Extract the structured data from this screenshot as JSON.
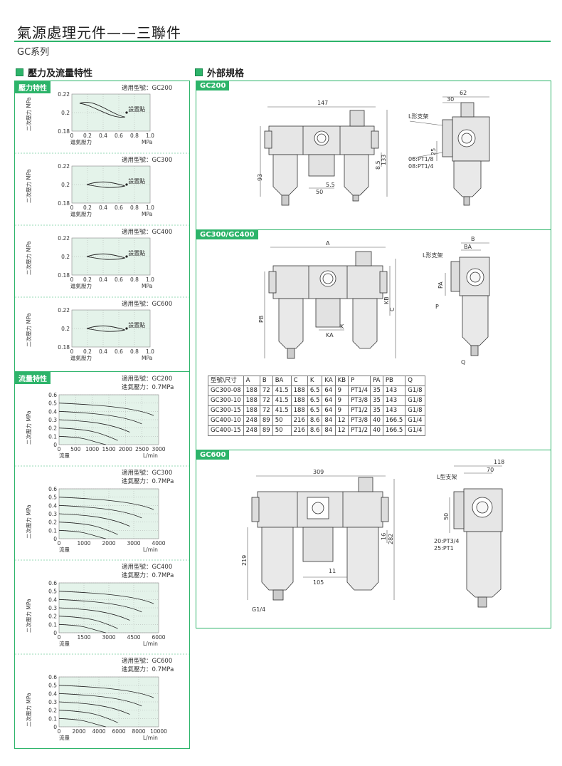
{
  "page": {
    "title": "氣源處理元件——三聯件",
    "subtitle": "GC系列",
    "accent": "#2db46a"
  },
  "left_section": {
    "heading": "壓力及流量特性",
    "pressure": {
      "tag": "壓力特性",
      "charts": [
        {
          "model": "適用型號：GC200",
          "setpoint": "設置點",
          "ylabel": "二次壓力 MPa",
          "xlabel": "進氣壓力",
          "xunit": "MPa",
          "yticks": [
            "0.22",
            "0.2",
            "0.18"
          ],
          "xticks": [
            "0",
            "0.2",
            "0.4",
            "0.6",
            "0.8",
            "1.0"
          ]
        },
        {
          "model": "適用型號：GC300",
          "setpoint": "設置點",
          "ylabel": "二次壓力 MPa",
          "xlabel": "進氣壓力",
          "xunit": "MPa",
          "yticks": [
            "0.22",
            "0.2",
            "0.18"
          ],
          "xticks": [
            "0",
            "0.2",
            "0.4",
            "0.6",
            "0.8",
            "1.0"
          ]
        },
        {
          "model": "適用型號：GC400",
          "setpoint": "設置點",
          "ylabel": "二次壓力 MPa",
          "xlabel": "進氣壓力",
          "xunit": "MPa",
          "yticks": [
            "0.22",
            "0.2",
            "0.18"
          ],
          "xticks": [
            "0",
            "0.2",
            "0.4",
            "0.6",
            "0.8",
            "1.0"
          ]
        },
        {
          "model": "適用型號：GC600",
          "setpoint": "設置點",
          "ylabel": "二次壓力 MPa",
          "xlabel": "進氣壓力",
          "xunit": "MPa",
          "yticks": [
            "0.22",
            "0.2",
            "0.18"
          ],
          "xticks": [
            "0",
            "0.2",
            "0.4",
            "0.6",
            "0.8",
            "1.0"
          ]
        }
      ]
    },
    "flow": {
      "tag": "流量特性",
      "charts": [
        {
          "model": "適用型號：GC200",
          "inlet": "進氣壓力：0.7MPa",
          "ylabel": "二次壓力 MPa",
          "xlabel": "流量",
          "xunit": "L/min",
          "yticks": [
            "0.6",
            "0.5",
            "0.4",
            "0.3",
            "0.2",
            "0.1",
            "0"
          ],
          "xticks": [
            "0",
            "500",
            "1000",
            "1500",
            "2000",
            "2500",
            "3000"
          ]
        },
        {
          "model": "適用型號：GC300",
          "inlet": "進氣壓力：0.7MPa",
          "ylabel": "二次壓力 MPa",
          "xlabel": "流量",
          "xunit": "L/min",
          "yticks": [
            "0.6",
            "0.5",
            "0.4",
            "0.3",
            "0.2",
            "0.1",
            "0"
          ],
          "xticks": [
            "0",
            "1000",
            "2000",
            "3000",
            "4000"
          ]
        },
        {
          "model": "適用型號：GC400",
          "inlet": "進氣壓力：0.7MPa",
          "ylabel": "二次壓力 MPa",
          "xlabel": "流量",
          "xunit": "L/min",
          "yticks": [
            "0.6",
            "0.5",
            "0.4",
            "0.3",
            "0.2",
            "0.1",
            "0"
          ],
          "xticks": [
            "0",
            "1500",
            "3000",
            "4500",
            "6000"
          ]
        },
        {
          "model": "適用型號：GC600",
          "inlet": "進氣壓力：0.7MPa",
          "ylabel": "二次壓力 MPa",
          "xlabel": "流量",
          "xunit": "L/min",
          "yticks": [
            "0.6",
            "0.5",
            "0.4",
            "0.3",
            "0.2",
            "0.1",
            "0"
          ],
          "xticks": [
            "0",
            "2000",
            "4000",
            "6000",
            "8000",
            "10000"
          ]
        }
      ]
    }
  },
  "right_section": {
    "heading": "外部規格",
    "gc200": {
      "tag": "GC200",
      "dims": {
        "width": "147",
        "height": "93",
        "depth_total": "62",
        "depth_part": "30",
        "bracket": "L形支架",
        "d25": "25",
        "d85": "8.5",
        "d133": "133",
        "d55": "5.5",
        "d50": "50",
        "port1": "06:PT1/8",
        "port2": "08:PT1/4"
      }
    },
    "gc300": {
      "tag": "GC300/GC400",
      "dims": {
        "A": "A",
        "B": "B",
        "BA": "BA",
        "PA": "PA",
        "P": "P",
        "PB": "PB",
        "KB": "KB",
        "C": "C",
        "K": "K",
        "KA": "KA",
        "Q": "Q",
        "bracket": "L形支架"
      },
      "table": {
        "headers": [
          "型號\\尺寸",
          "A",
          "B",
          "BA",
          "C",
          "K",
          "KA",
          "KB",
          "P",
          "PA",
          "PB",
          "Q"
        ],
        "rows": [
          [
            "GC300-08",
            "188",
            "72",
            "41.5",
            "188",
            "6.5",
            "64",
            "9",
            "PT1/4",
            "35",
            "143",
            "G1/8"
          ],
          [
            "GC300-10",
            "188",
            "72",
            "41.5",
            "188",
            "6.5",
            "64",
            "9",
            "PT3/8",
            "35",
            "143",
            "G1/8"
          ],
          [
            "GC300-15",
            "188",
            "72",
            "41.5",
            "188",
            "6.5",
            "64",
            "9",
            "PT1/2",
            "35",
            "143",
            "G1/8"
          ],
          [
            "GC400-10",
            "248",
            "89",
            "50",
            "216",
            "8.6",
            "84",
            "12",
            "PT3/8",
            "40",
            "166.5",
            "G1/4"
          ],
          [
            "GC400-15",
            "248",
            "89",
            "50",
            "216",
            "8.6",
            "84",
            "12",
            "PT1/2",
            "40",
            "166.5",
            "G1/4"
          ]
        ]
      }
    },
    "gc600": {
      "tag": "GC600",
      "dims": {
        "width": "309",
        "d118": "118",
        "d70": "70",
        "bracket": "L型支架",
        "d50": "50",
        "d219": "219",
        "d16": "16",
        "d282": "282",
        "d11": "11",
        "d105": "105",
        "port": "G1/4",
        "p1": "20:PT3/4",
        "p2": "25:PT1"
      }
    }
  }
}
